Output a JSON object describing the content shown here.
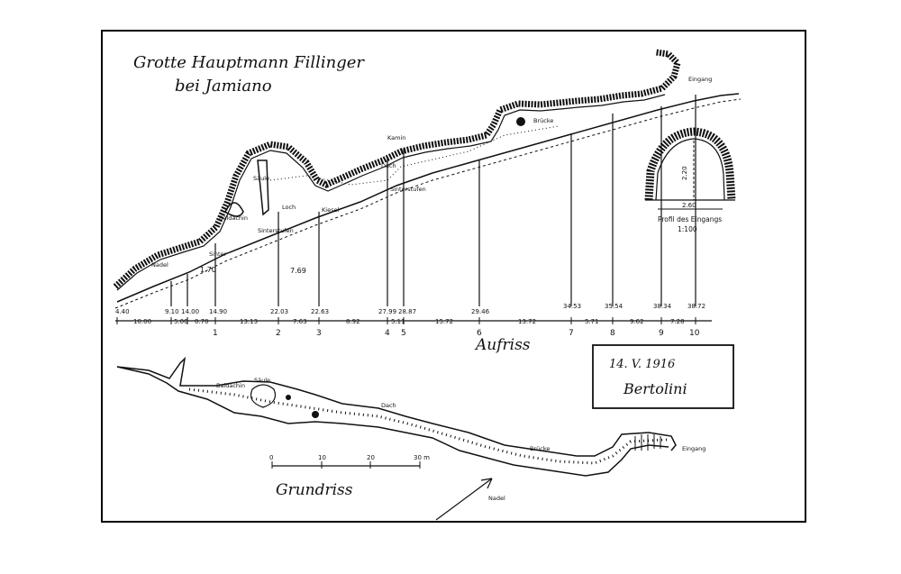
{
  "title": {
    "line1": "Grotte Hauptmann Fillinger",
    "line2": "bei Jamiano"
  },
  "elevation": {
    "label": "Aufriss",
    "stations": [
      "1",
      "2",
      "3",
      "4",
      "5",
      "6",
      "7",
      "8",
      "9",
      "10"
    ],
    "depths": [
      "4.40",
      "9.10",
      "14.00",
      "14.90",
      "22.03",
      "22.63",
      "27.99",
      "28.87",
      "29.46",
      "34.53",
      "35.54",
      "38.34",
      "38.72"
    ],
    "segments": [
      "10.00",
      "5.00",
      "0.70",
      "13.13",
      "7.63",
      "8.92",
      "5.11",
      "15.72",
      "13.72",
      "5.71",
      "9.62",
      "7.28"
    ],
    "features": {
      "eingang": "Eingang",
      "bruecke": "Brücke",
      "kamin": "Kamin",
      "dach": "Dach",
      "saule": "Säule",
      "loch": "Loch",
      "kiesel": "Kiesel",
      "sinterstufen": "Sinterstufen",
      "baldachin": "Baldachin",
      "sinter": "Sinter",
      "nadel": "Nadel",
      "sinterstufen2": "Sinterstufen"
    },
    "marks": [
      "1.70",
      "7.69"
    ]
  },
  "profile": {
    "label": "Profil des Eingangs",
    "scale": "1:100",
    "width": "2.60",
    "height": "2.20"
  },
  "stamp": {
    "date": "14. V. 1916",
    "signature": "Bertolini"
  },
  "plan": {
    "label": "Grundriss",
    "scale_ticks": [
      "0",
      "10",
      "20",
      "30 m"
    ],
    "labels": {
      "nadel": "Nadel",
      "eingang": "Eingang",
      "bruecke": "Brücke",
      "baldachin": "Baldachin",
      "saule": "Säule",
      "dach": "Dach"
    }
  }
}
